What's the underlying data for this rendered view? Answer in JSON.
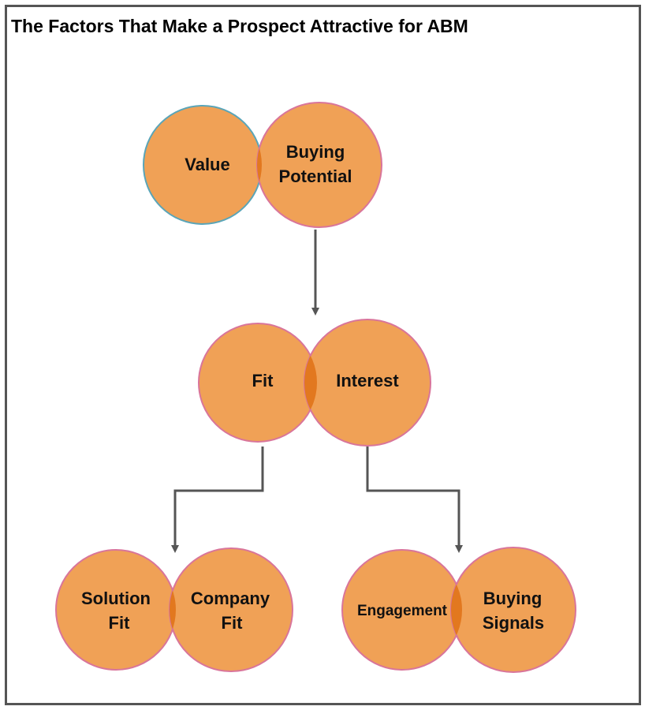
{
  "title": "The Factors That Make a Prospect Attractive for ABM",
  "colors": {
    "circle_fill": "#F0A156",
    "overlap_fill": "#E2781F",
    "circle_stroke": "#D9759A",
    "alt_stroke": "#5AA5B8",
    "connector": "#555555",
    "frame": "#555555"
  },
  "groups": {
    "top": {
      "left": [
        "Value"
      ],
      "right": [
        "Buying",
        "Potential"
      ]
    },
    "middle": {
      "left": [
        "Fit"
      ],
      "right": [
        "Interest"
      ]
    },
    "bottom_left": {
      "left": [
        "Solution",
        "Fit"
      ],
      "right": [
        "Company",
        "Fit"
      ]
    },
    "bottom_right": {
      "left": [
        "Engagement"
      ],
      "right": [
        "Buying",
        "Signals"
      ]
    }
  }
}
